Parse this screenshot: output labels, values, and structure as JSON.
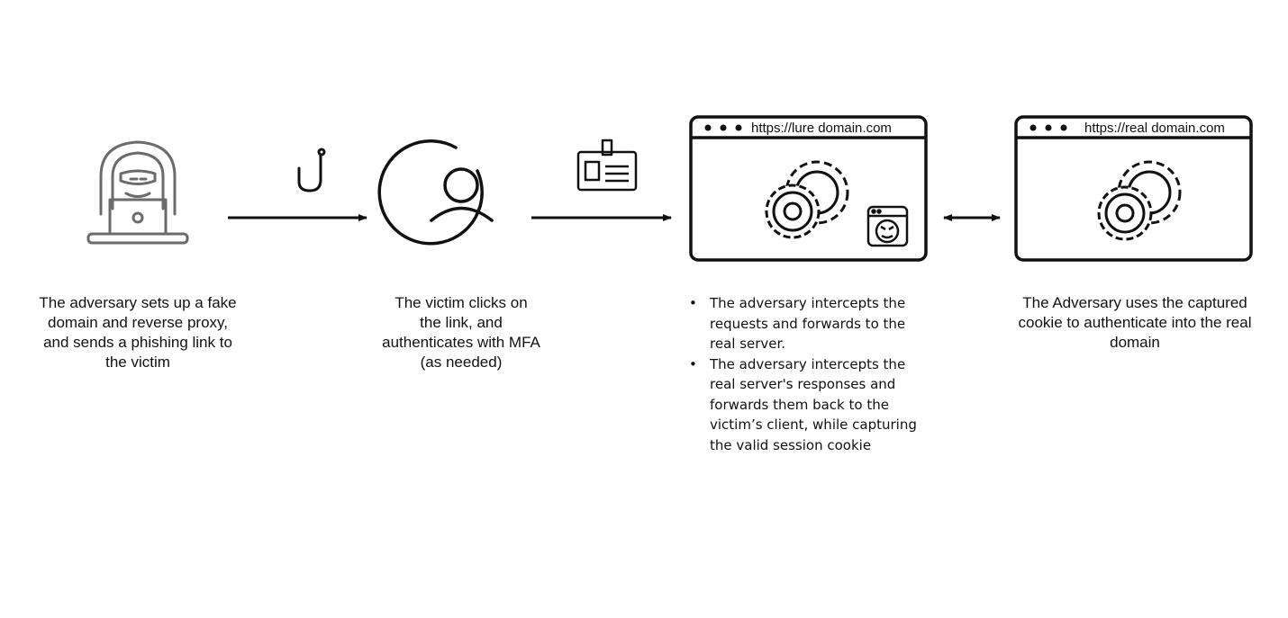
{
  "steps": [
    {
      "icon": "hacker-laptop-icon",
      "caption_lines": [
        "The adversary sets up a fake",
        "domain and reverse proxy,",
        "and sends a phishing link to",
        "the victim"
      ]
    },
    {
      "icon": "user-circle-icon",
      "caption_lines": [
        "The victim clicks on",
        "the link, and",
        "authenticates with MFA",
        "(as needed)"
      ]
    },
    {
      "icon": "browser-window-icon",
      "url": "https://lure domain.com",
      "bullets": [
        [
          "The adversary intercepts the",
          "requests and forwards to the",
          "real server."
        ],
        [
          "The adversary intercepts the",
          "real server's responses and",
          "forwards them back to the",
          "victim’s client, while capturing",
          "the valid session cookie"
        ]
      ]
    },
    {
      "icon": "browser-window-icon",
      "url": "https://real domain.com",
      "caption_lines": [
        "The Adversary uses the captured",
        "cookie to authenticate into the real",
        "domain"
      ]
    }
  ],
  "connectors": [
    {
      "icon": "fishing-hook-icon",
      "direction": "right"
    },
    {
      "icon": "id-badge-icon",
      "direction": "right"
    },
    {
      "icon": "",
      "direction": "both"
    }
  ]
}
